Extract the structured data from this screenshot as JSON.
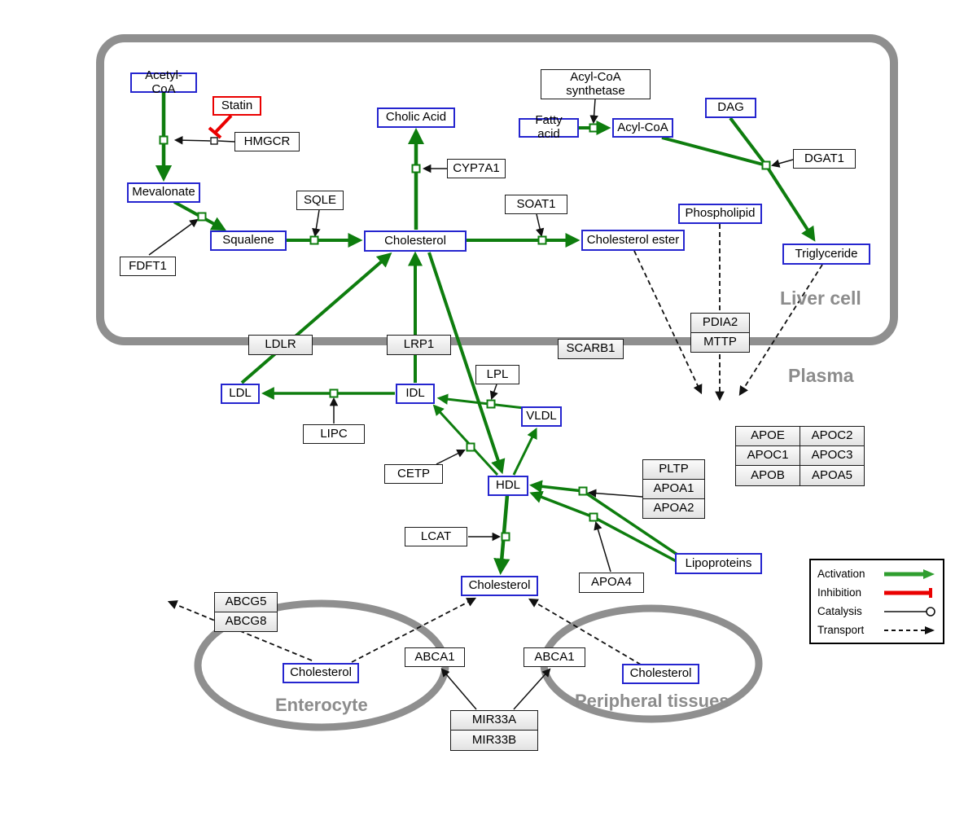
{
  "regions": {
    "liver": "Liver cell",
    "plasma": "Plasma",
    "enterocyte": "Enterocyte",
    "peripheral": "Peripheral tissues"
  },
  "nodes": {
    "acetyl_coa": {
      "label": "Acetyl-CoA"
    },
    "statin": {
      "label": "Statin"
    },
    "hmgcr": {
      "label": "HMGCR"
    },
    "mevalonate": {
      "label": "Mevalonate"
    },
    "fdft1": {
      "label": "FDFT1"
    },
    "squalene": {
      "label": "Squalene"
    },
    "sqle": {
      "label": "SQLE"
    },
    "cholic_acid": {
      "label": "Cholic Acid"
    },
    "cyp7a1": {
      "label": "CYP7A1"
    },
    "cholesterol_liver": {
      "label": "Cholesterol"
    },
    "soat1": {
      "label": "SOAT1"
    },
    "cholesterol_ester": {
      "label": "Cholesterol ester"
    },
    "acyl_coa_synthetase": {
      "label": "Acyl-CoA synthetase"
    },
    "fatty_acid": {
      "label": "Fatty acid"
    },
    "acyl_coa": {
      "label": "Acyl-CoA"
    },
    "dag": {
      "label": "DAG"
    },
    "dgat1": {
      "label": "DGAT1"
    },
    "phospholipid": {
      "label": "Phospholipid"
    },
    "triglyceride": {
      "label": "Triglyceride"
    },
    "ldlr": {
      "label": "LDLR"
    },
    "lrp1": {
      "label": "LRP1"
    },
    "scarb1": {
      "label": "SCARB1"
    },
    "pdia2": {
      "label": "PDIA2"
    },
    "mttp": {
      "label": "MTTP"
    },
    "ldl": {
      "label": "LDL"
    },
    "idl": {
      "label": "IDL"
    },
    "lipc": {
      "label": "LIPC"
    },
    "lpl": {
      "label": "LPL"
    },
    "vldl": {
      "label": "VLDL"
    },
    "cetp": {
      "label": "CETP"
    },
    "hdl": {
      "label": "HDL"
    },
    "lcat": {
      "label": "LCAT"
    },
    "pltp": {
      "label": "PLTP"
    },
    "apoa1": {
      "label": "APOA1"
    },
    "apoa2": {
      "label": "APOA2"
    },
    "apoa4": {
      "label": "APOA4"
    },
    "lipoproteins": {
      "label": "Lipoproteins"
    },
    "apoe": {
      "label": "APOE"
    },
    "apoc2": {
      "label": "APOC2"
    },
    "apoc1": {
      "label": "APOC1"
    },
    "apoc3": {
      "label": "APOC3"
    },
    "apob": {
      "label": "APOB"
    },
    "apoa5": {
      "label": "APOA5"
    },
    "cholesterol_plasma": {
      "label": "Cholesterol"
    },
    "abcg5": {
      "label": "ABCG5"
    },
    "abcg8": {
      "label": "ABCG8"
    },
    "cholesterol_enterocyte": {
      "label": "Cholesterol"
    },
    "abca1_enterocyte": {
      "label": "ABCA1"
    },
    "abca1_peripheral": {
      "label": "ABCA1"
    },
    "cholesterol_peripheral": {
      "label": "Cholesterol"
    },
    "mir33a": {
      "label": "MIR33A"
    },
    "mir33b": {
      "label": "MIR33B"
    }
  },
  "legend": {
    "items": [
      {
        "label": "Activation"
      },
      {
        "label": "Inhibition"
      },
      {
        "label": "Catalysis"
      },
      {
        "label": "Transport"
      }
    ]
  },
  "colors": {
    "activation_green": "#0e7d0e",
    "inhibition_red": "#ea0000",
    "entity_border_blue": "#2525cf",
    "membrane_gray": "#8f8f8f"
  }
}
